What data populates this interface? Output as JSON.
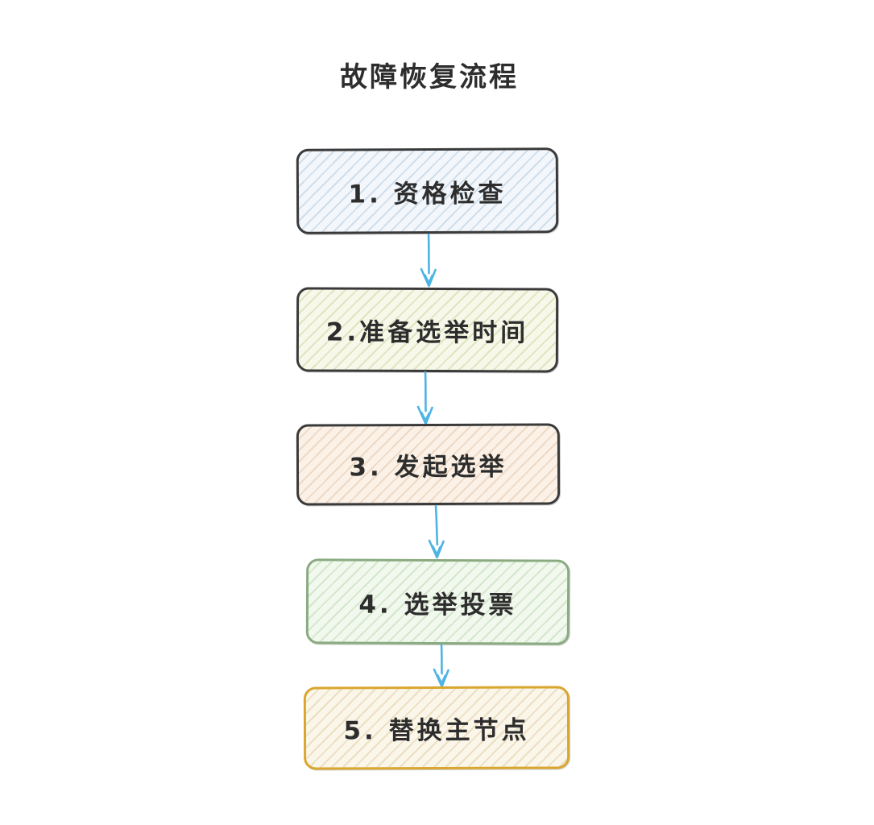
{
  "diagram": {
    "type": "flowchart",
    "title": "故障恢复流程",
    "arrow_color": "#4db4e4",
    "text_color": "#2d2d2d",
    "background_color": "#ffffff",
    "nodes": [
      {
        "order": 1,
        "label": "1. 资格检查",
        "border_color": "#3a3a3a",
        "fill_color": "#f3f7fb",
        "hatch_color": "#cfdeeb"
      },
      {
        "order": 2,
        "label": "2.准备选举时间",
        "border_color": "#3a3a3a",
        "fill_color": "#f7f8e9",
        "hatch_color": "#dfe5c1"
      },
      {
        "order": 3,
        "label": "3. 发起选举",
        "border_color": "#3a3a3a",
        "fill_color": "#fbf1e7",
        "hatch_color": "#eed9c5"
      },
      {
        "order": 4,
        "label": "4. 选举投票",
        "border_color": "#8aab80",
        "fill_color": "#f1f8ee",
        "hatch_color": "#d4e7cb"
      },
      {
        "order": 5,
        "label": "5. 替换主节点",
        "border_color": "#d9a62e",
        "fill_color": "#fbf6ea",
        "hatch_color": "#ecdfc2"
      }
    ],
    "edges": [
      {
        "from": 1,
        "to": 2,
        "style": "arrow-down"
      },
      {
        "from": 2,
        "to": 3,
        "style": "arrow-down"
      },
      {
        "from": 3,
        "to": 4,
        "style": "arrow-down"
      },
      {
        "from": 4,
        "to": 5,
        "style": "arrow-down"
      }
    ]
  }
}
